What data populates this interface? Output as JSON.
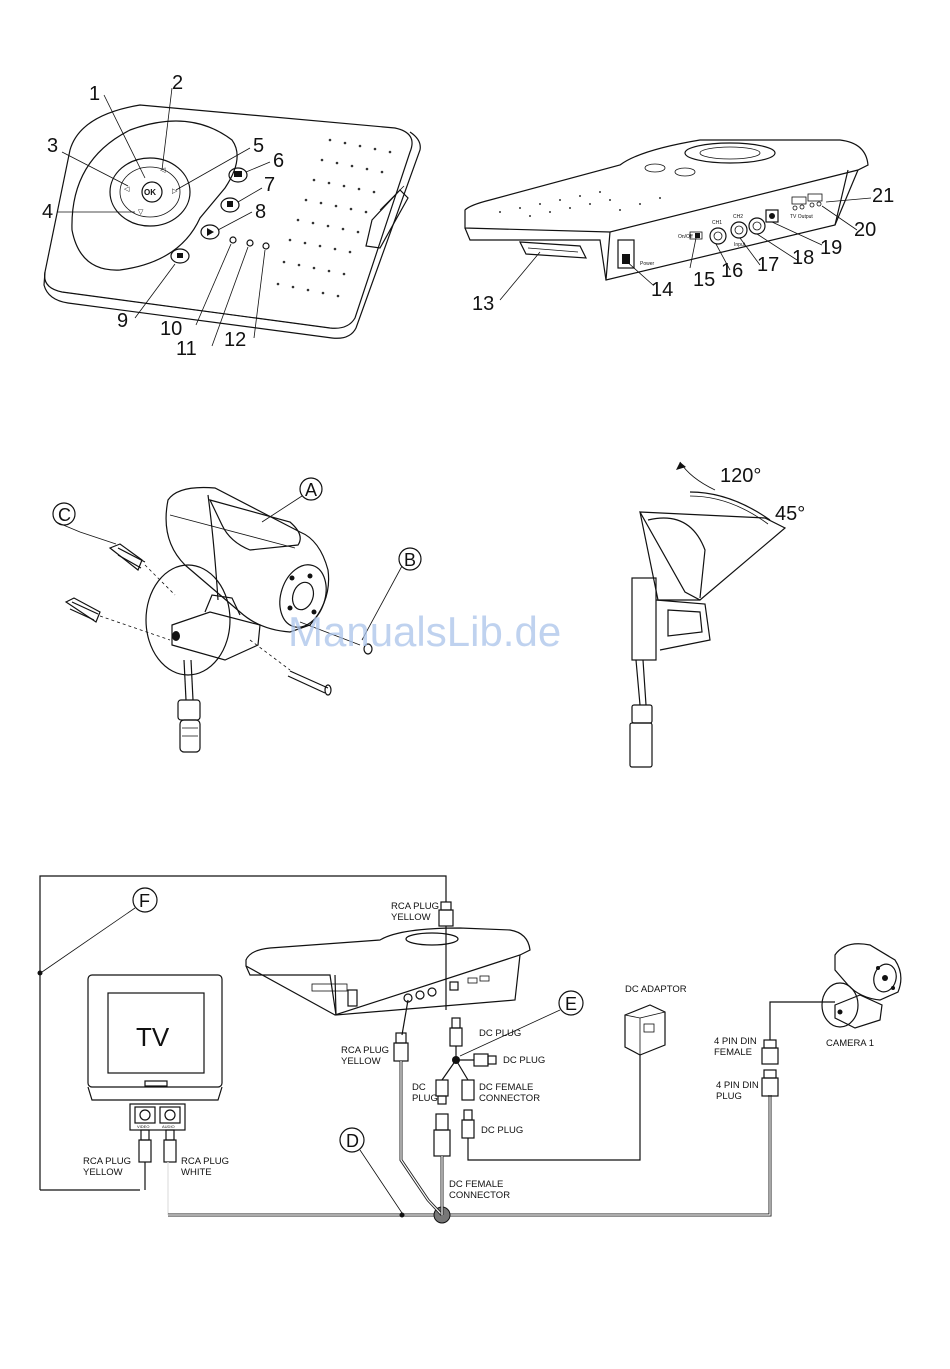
{
  "figure1": {
    "callouts": [
      "1",
      "2",
      "3",
      "4",
      "5",
      "6",
      "7",
      "8",
      "9",
      "10",
      "11",
      "12"
    ],
    "center_button": "OK"
  },
  "figure2": {
    "callouts": [
      "13",
      "14",
      "15",
      "16",
      "17",
      "18",
      "19",
      "20",
      "21"
    ],
    "panel_labels": {
      "ch1": "CH1",
      "ch2": "CH2",
      "input": "Input",
      "power": "Power",
      "tv_output": "TV Output",
      "on_off": "On/Off"
    }
  },
  "figure3": {
    "callouts": [
      "A",
      "B",
      "C"
    ]
  },
  "figure4": {
    "angle_large": "120°",
    "angle_small": "45°"
  },
  "watermark": "ManualsLib.de",
  "figure5": {
    "callouts": [
      "D",
      "E",
      "F"
    ],
    "tv_text": "TV",
    "tv_jacks": [
      "VIDEO",
      "AUDIO"
    ],
    "labels": {
      "rca_top_1": "RCA PLUG",
      "rca_top_2": "YELLOW",
      "dc_plug_top": "DC PLUG",
      "rca_left_1": "RCA PLUG",
      "rca_left_2": "YELLOW",
      "dc_plug_right": "DC PLUG",
      "dc_left_1": "DC",
      "dc_left_2": "PLUG",
      "dc_female_1": "DC FEMALE",
      "dc_female_2": "CONNECTOR",
      "dc_plug_low": "DC PLUG",
      "dc_adaptor": "DC ADAPTOR",
      "din_female_1": "4 PIN DIN",
      "din_female_2": "FEMALE",
      "din_plug_1": "4 PIN DIN",
      "din_plug_2": "PLUG",
      "camera": "CAMERA 1",
      "tv_rca_yellow_1": "RCA PLUG",
      "tv_rca_yellow_2": "YELLOW",
      "tv_rca_white_1": "RCA PLUG",
      "tv_rca_white_2": "WHITE",
      "dc_female_bottom_1": "DC FEMALE",
      "dc_female_bottom_2": "CONNECTOR"
    }
  }
}
